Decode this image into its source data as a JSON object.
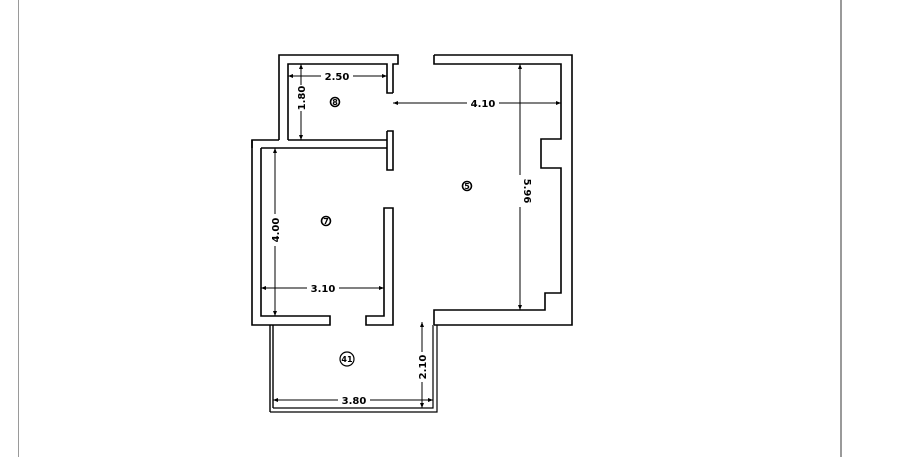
{
  "diagram": {
    "type": "floor-plan",
    "rooms": [
      {
        "id": "room-8",
        "label": "8",
        "width_dim": "2.50",
        "height_dim": "1.80"
      },
      {
        "id": "room-5",
        "label": "5",
        "width_dim": "4.10",
        "height_dim": "5.96"
      },
      {
        "id": "room-7",
        "label": "7",
        "width_dim": "3.10",
        "height_dim": "4.00"
      },
      {
        "id": "room-41",
        "label": "41",
        "width_dim": "3.80",
        "height_dim": "2.10"
      }
    ],
    "dimensions": {
      "d_250": "2.50",
      "d_180": "1.80",
      "d_410": "4.10",
      "d_596": "5.96",
      "d_400": "4.00",
      "d_310": "3.10",
      "d_380": "3.80",
      "d_210": "2.10"
    },
    "colors": {
      "line": "#000000",
      "frame": "#9a9a9a",
      "background": "#ffffff"
    }
  }
}
